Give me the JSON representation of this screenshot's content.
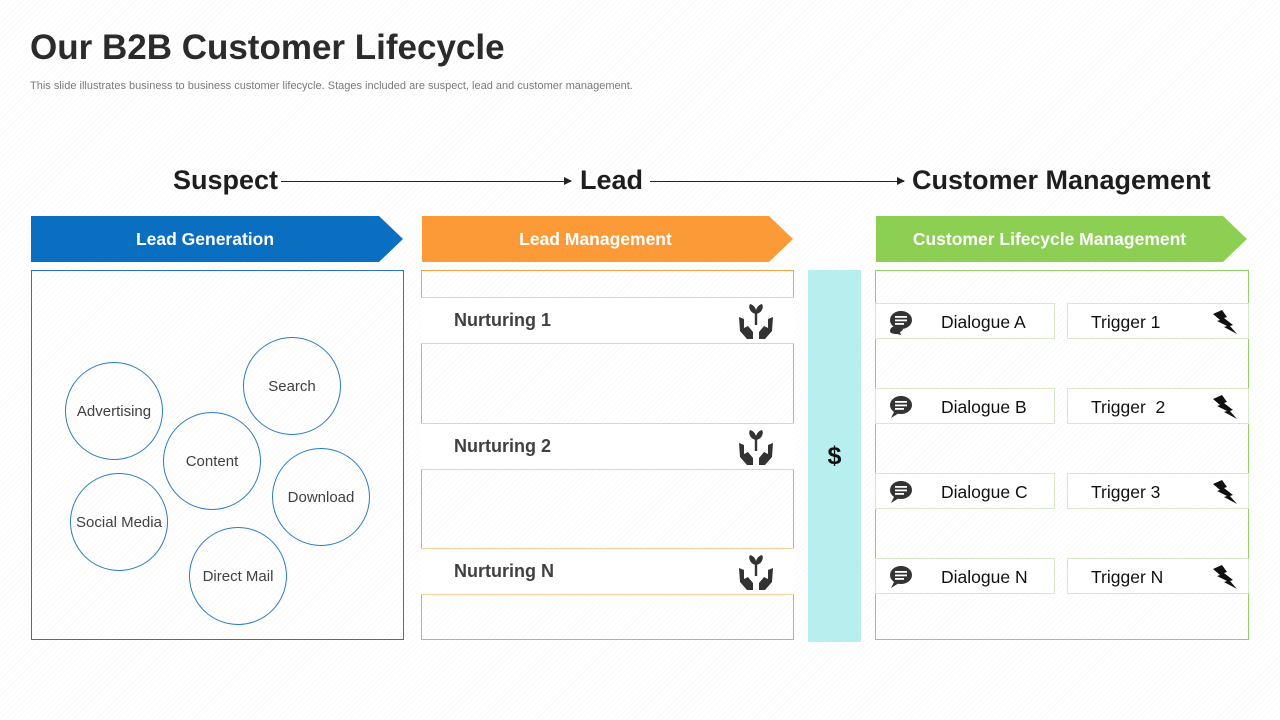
{
  "header": {
    "title": "Our B2B Customer Lifecycle",
    "subtitle": "This slide illustrates business to business customer lifecycle. Stages included are suspect, lead and customer management."
  },
  "stages": [
    {
      "label": "Suspect"
    },
    {
      "label": "Lead"
    },
    {
      "label": "Customer Management"
    }
  ],
  "banners": [
    {
      "label": "Lead Generation",
      "color": "#0b6fc1"
    },
    {
      "label": "Lead Management",
      "color": "#fb9a37"
    },
    {
      "label": "Customer Lifecycle Management",
      "color": "#8ccf52"
    }
  ],
  "lead_generation": {
    "channels": [
      "Advertising",
      "Search",
      "Content",
      "Download",
      "Social Media",
      "Direct Mail"
    ]
  },
  "lead_management": {
    "rows": [
      {
        "label": "Nurturing 1",
        "icon": "nurturing-hands-icon"
      },
      {
        "label": "Nurturing 2",
        "icon": "nurturing-hands-icon"
      },
      {
        "label": "Nurturing N",
        "icon": "nurturing-hands-icon"
      }
    ]
  },
  "revenue": {
    "symbol": "$",
    "color": "#b9eeee"
  },
  "customer_management": {
    "rows": [
      {
        "dialogue": "Dialogue A",
        "trigger": "Trigger 1"
      },
      {
        "dialogue": "Dialogue B",
        "trigger": "Trigger  2"
      },
      {
        "dialogue": "Dialogue C",
        "trigger": "Trigger 3"
      },
      {
        "dialogue": "Dialogue N",
        "trigger": "Trigger N"
      }
    ],
    "dialogue_icon": "speech-bubble-icon",
    "trigger_icon": "lightning-bolt-icon"
  }
}
